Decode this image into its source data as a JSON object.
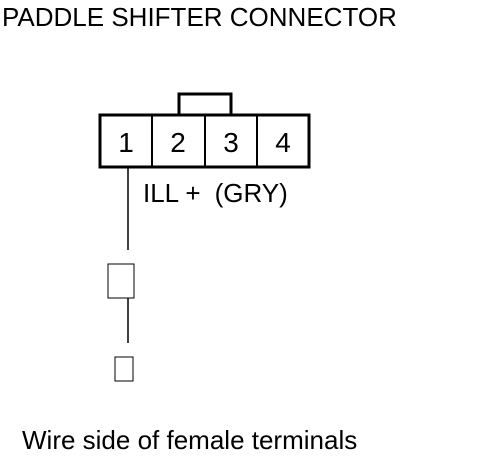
{
  "title": "PADDLE SHIFTER CONNECTOR",
  "connector": {
    "pins": [
      "1",
      "2",
      "3",
      "4"
    ]
  },
  "wire": {
    "pin": "1",
    "name": "ILL +",
    "color_code": "(GRY)"
  },
  "caption": "Wire side of female terminals"
}
